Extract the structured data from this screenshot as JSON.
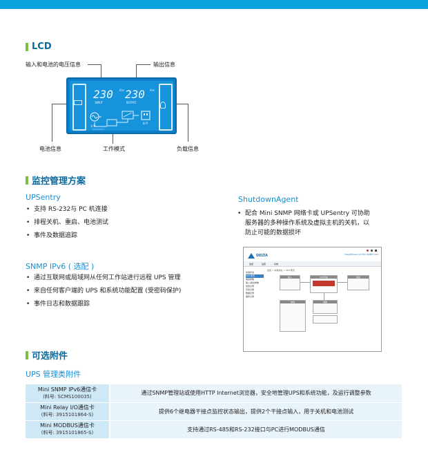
{
  "lcd_section": {
    "title": "LCD",
    "labels": {
      "input_battery_voltage": "输入和电池的电压信息",
      "output_info": "输出信息",
      "battery_info": "电池信息",
      "work_mode": "工作模式",
      "load_info": "负载信息"
    },
    "display": {
      "input_value": "230",
      "input_unit": "Vac",
      "input_caption": "INPUT",
      "output_value": "230",
      "output_unit": "Vac",
      "output_caption": "OUTPUT",
      "ip_label": "I/P",
      "op_label": "O/P"
    }
  },
  "monitor_section": {
    "title": "监控管理方案",
    "upsentry": {
      "title": "UPSentry",
      "items": [
        "支持 RS-232与 PC 机连接",
        "排程关机、重启、电池测试",
        "事件及数据追踪"
      ]
    },
    "snmp": {
      "title": "SNMP IPv6 ( 选配 )",
      "items": [
        "通过互联网或局域网从任何工作站进行远程 UPS 管理",
        "来自任何客户端的 UPS 和系统功能配置 (受密码保护)",
        "事件日志和数据跟踪"
      ]
    },
    "shutdown": {
      "title": "ShutdownAgent",
      "lines": [
        "配合 Mini SNMP 网络卡或 UPSentry 可协助",
        "服务器的多种操作系统及虚拟主机的关机，以",
        "防止可能的数据损坏"
      ]
    },
    "screenshot": {
      "brand": "DELTA",
      "product": "InsightPower G3 Mini SNMP Card",
      "menu": [
        "监控",
        "设置",
        "系统"
      ],
      "breadcrumb": "监控 > 系统状态 > UPS 概况",
      "sidebar": [
        "系统状态",
        "UPS 概况",
        "电池参数",
        "输入/输出参数",
        "告警记录",
        "历史记录",
        "数据记录",
        "事件记录"
      ],
      "panels": [
        "输入",
        "UPS状态",
        "输出",
        "电池",
        "旁路"
      ]
    }
  },
  "accessories_section": {
    "title": "可选附件",
    "subtitle": "UPS 管理类附件",
    "rows": [
      {
        "name": "Mini SNMP IPv6通信卡",
        "part": "(料号: SCMS100035)",
        "desc": "通过SNMP管理站或使用HTTP Internet浏览器，安全地管理UPS和系统功能，及运行调整参数"
      },
      {
        "name": "Mini Relay I/O通信卡",
        "part": "(料号: 3915101864-S)",
        "desc": "提供6个继电器干接点监控状态输出，提供2个干接点输入，用于关机和电池测试"
      },
      {
        "name": "Mini MODBUS通信卡",
        "part": "(料号: 3915101865-S)",
        "desc": "支持通过RS-485和RS-232接口与PC进行MODBUS通信"
      }
    ]
  },
  "colors": {
    "accent": "#0aa2dc",
    "title": "#0a6a9e",
    "marker": "#7ac142",
    "lcd": "#1793dc"
  }
}
